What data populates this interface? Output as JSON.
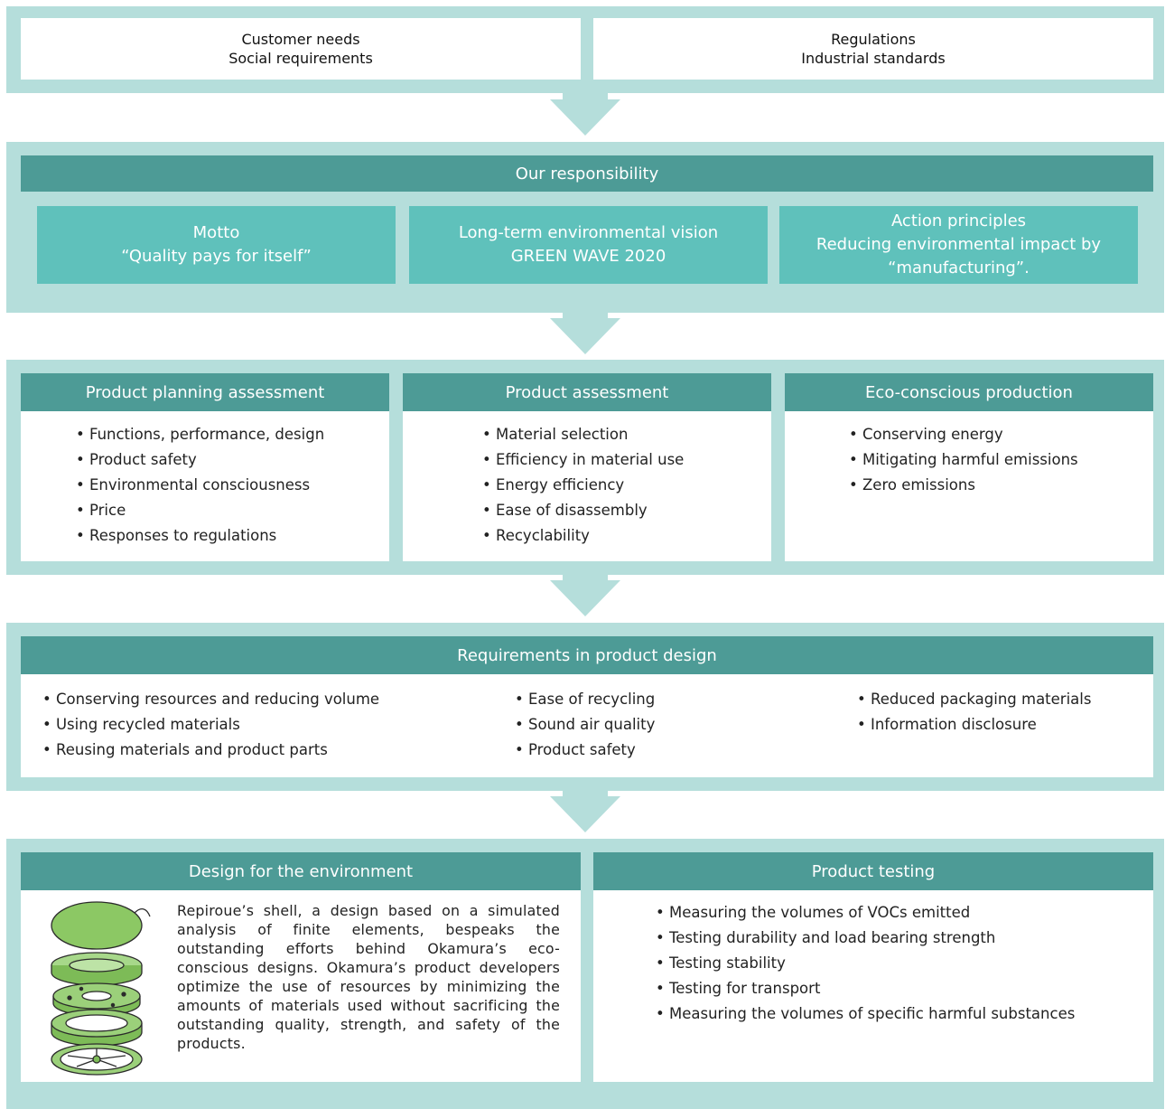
{
  "inputs": {
    "left": [
      "Customer needs",
      "Social requirements"
    ],
    "right": [
      "Regulations",
      "Industrial standards"
    ]
  },
  "responsibility": {
    "title": "Our responsibility",
    "boxes": [
      {
        "line1": "Motto",
        "line2": "“Quality pays for itself”"
      },
      {
        "line1": "Long-term environmental vision",
        "line2": "GREEN WAVE 2020"
      },
      {
        "line1": "Action principles",
        "line2": "Reducing environmental impact by",
        "line3": "“manufacturing”."
      }
    ]
  },
  "assessments": [
    {
      "title": "Product planning assessment",
      "items": [
        "Functions, performance, design",
        "Product safety",
        "Environmental consciousness",
        "Price",
        "Responses to regulations"
      ]
    },
    {
      "title": "Product assessment",
      "items": [
        "Material selection",
        "Efficiency in material use",
        "Energy efficiency",
        "Ease of disassembly",
        "Recyclability"
      ]
    },
    {
      "title": "Eco-conscious production",
      "items": [
        "Conserving energy",
        "Mitigating harmful emissions",
        "Zero emissions"
      ]
    }
  ],
  "requirements": {
    "title": "Requirements in product design",
    "columns": [
      [
        "Conserving resources and reducing volume",
        "Using recycled materials",
        "Reusing materials and product parts"
      ],
      [
        "Ease of recycling",
        "Sound air quality",
        "Product safety"
      ],
      [
        "Reduced packaging materials",
        "Information disclosure"
      ]
    ]
  },
  "design": {
    "title": "Design for the environment",
    "text": "Repiroue’s shell, a design based on a simulated analysis of finite elements, bespeaks the outstanding efforts behind Okamura’s eco-conscious designs. Okamura’s product developers optimize the use of resources by minimizing the amounts of materials used without sacrificing the outstanding quality, strength, and safety of the products."
  },
  "testing": {
    "title": "Product testing",
    "items": [
      "Measuring the volumes of VOCs emitted",
      "Testing durability and load bearing strength",
      "Testing stability",
      "Testing for transport",
      "Measuring the volumes of specific harmful substances"
    ]
  },
  "colors": {
    "band": "#b5dedb",
    "header": "#4d9b96",
    "box": "#5fc1bb",
    "illustration": "#8cc864"
  }
}
